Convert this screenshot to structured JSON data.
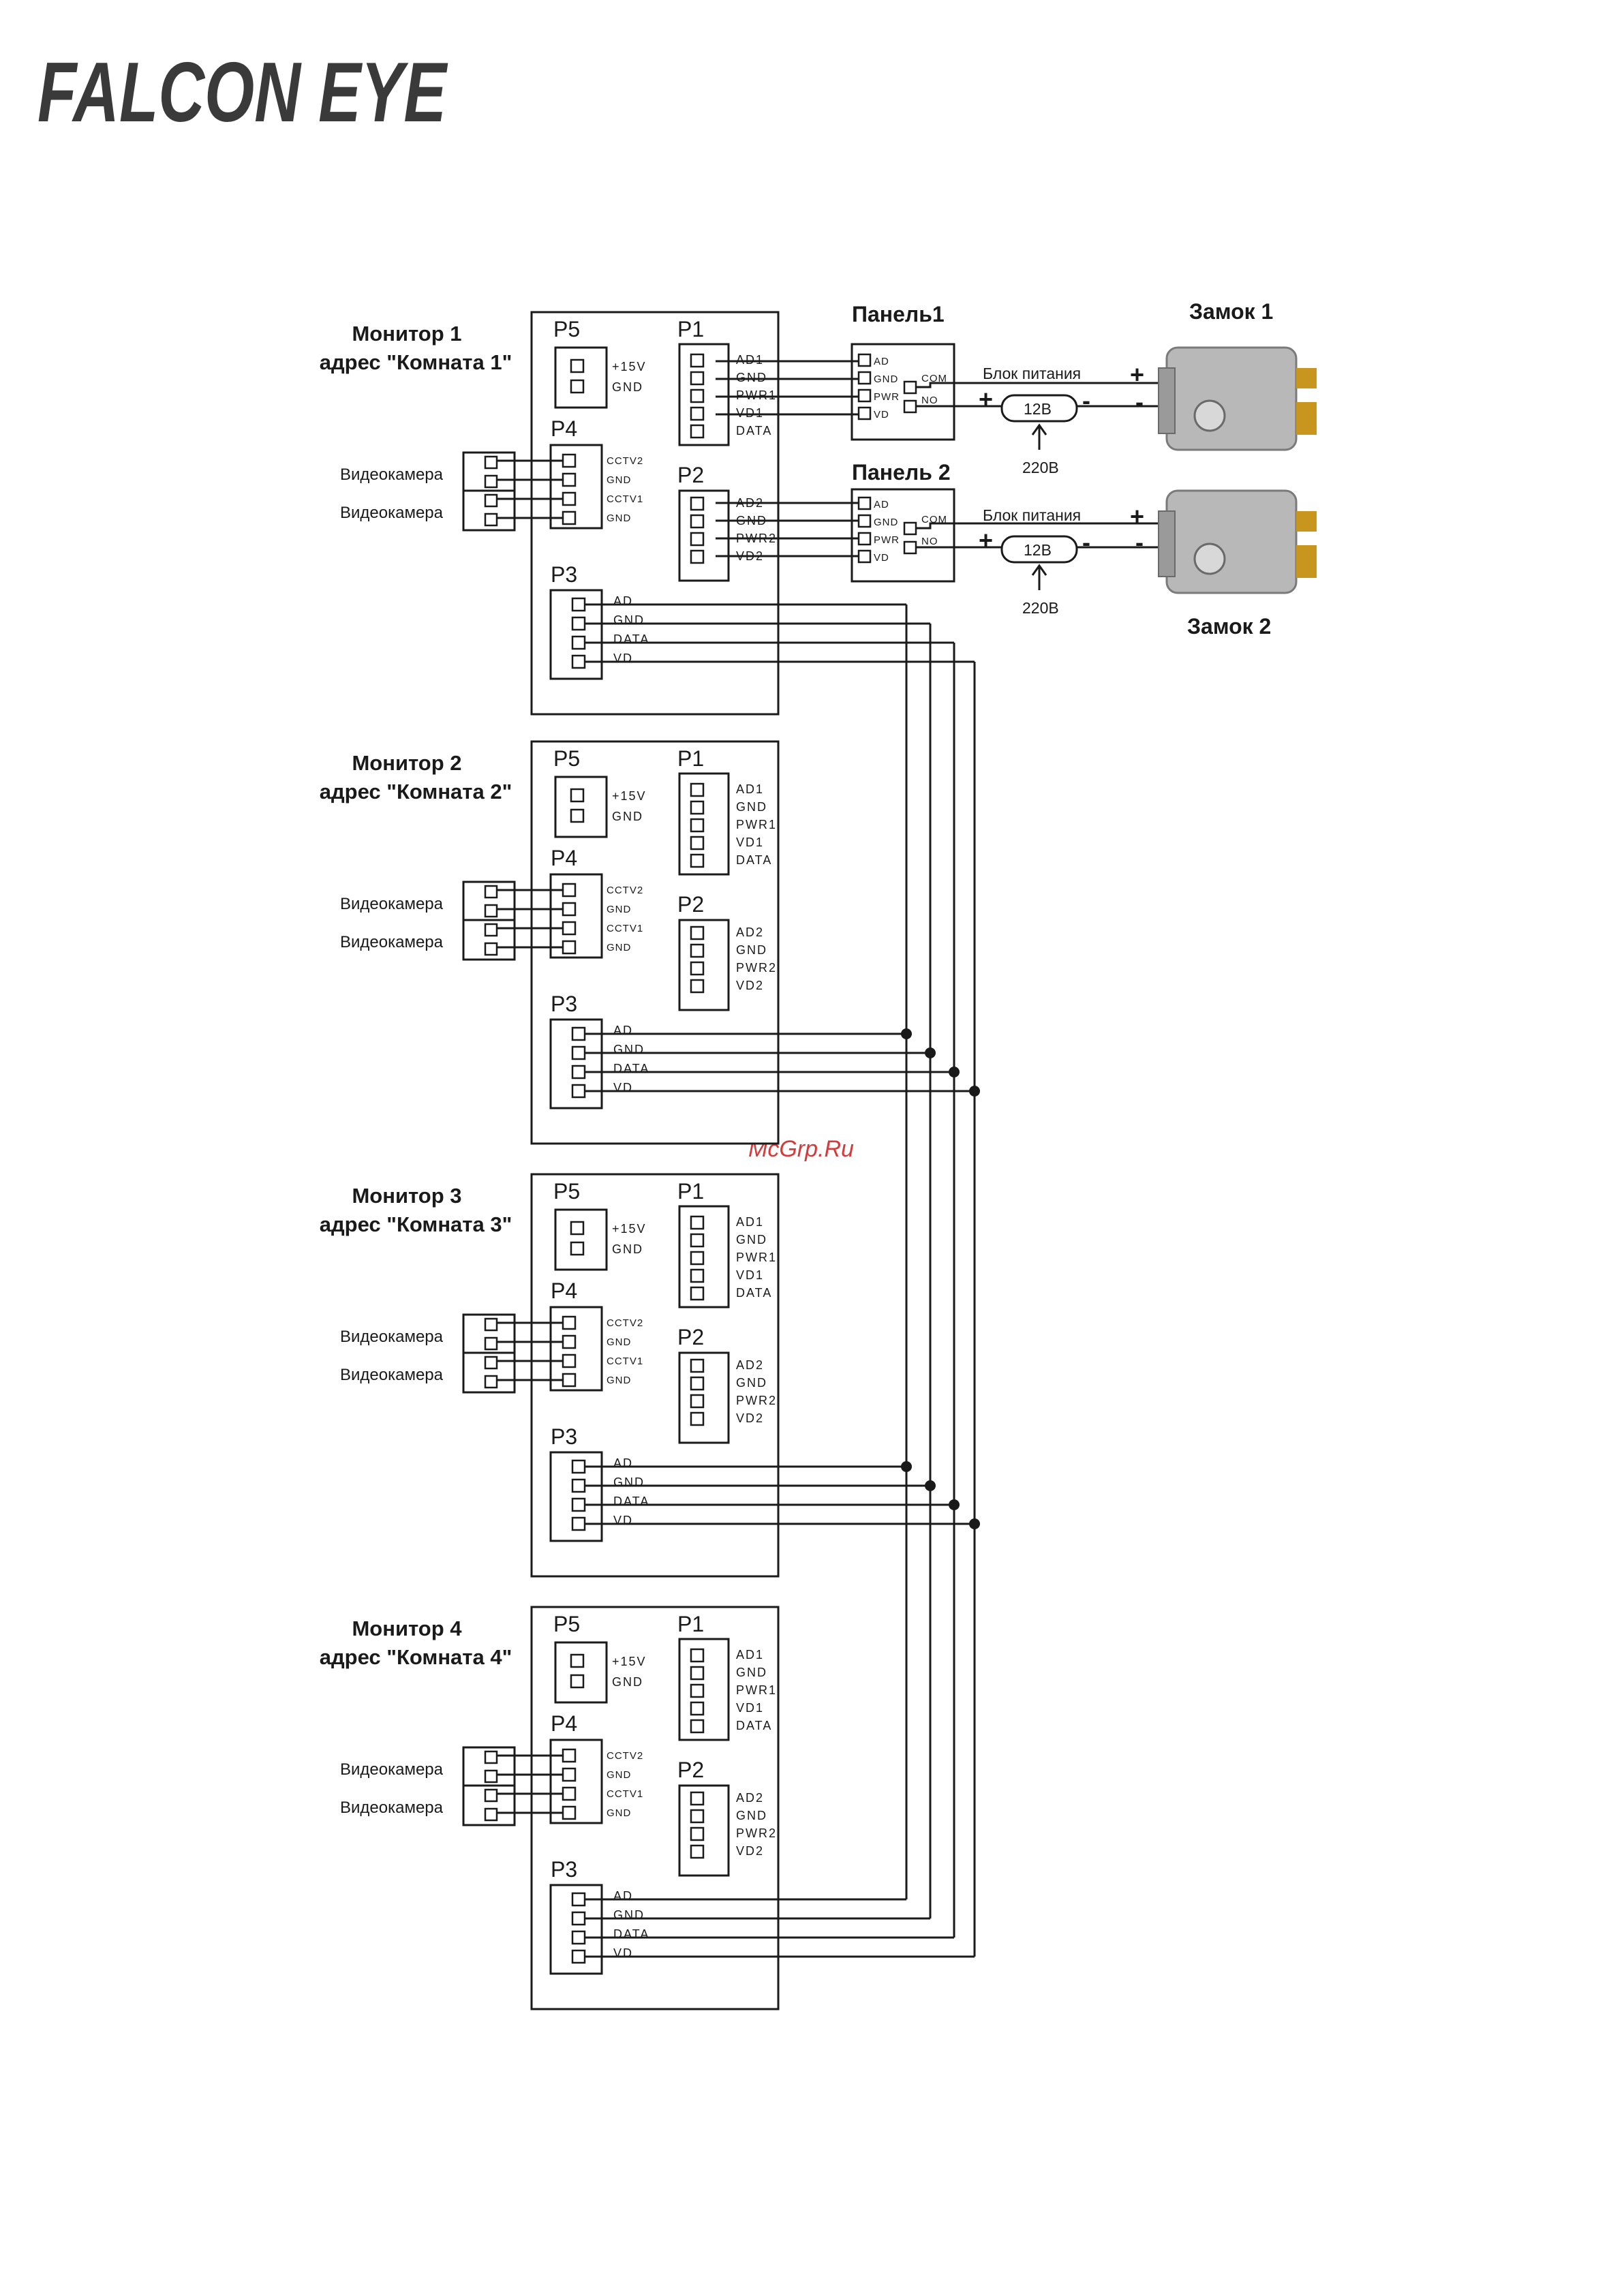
{
  "header": {
    "logo_text": "FALCON EYE"
  },
  "watermark": "McGrp.Ru",
  "monitors": [
    {
      "title": "Монитор 1",
      "address": "адрес \"Комната 1\""
    },
    {
      "title": "Монитор 2",
      "address": "адрес \"Комната 2\""
    },
    {
      "title": "Монитор 3",
      "address": "адрес \"Комната 3\""
    },
    {
      "title": "Монитор 4",
      "address": "адрес \"Комната 4\""
    }
  ],
  "connectors": {
    "p5": {
      "label": "P5",
      "pins": [
        "+15V",
        "GND"
      ]
    },
    "p1": {
      "label": "P1",
      "pins": [
        "AD1",
        "GND",
        "PWR1",
        "VD1",
        "DATA"
      ]
    },
    "p4": {
      "label": "P4",
      "pins": [
        "CCTV2",
        "GND",
        "CCTV1",
        "GND"
      ]
    },
    "p2": {
      "label": "P2",
      "pins": [
        "AD2",
        "GND",
        "PWR2",
        "VD2"
      ]
    },
    "p3": {
      "label": "P3",
      "pins": [
        "AD",
        "GND",
        "DATA",
        "VD"
      ]
    }
  },
  "camera_label": "Видеокамера",
  "panels": [
    {
      "title": "Панель1",
      "pins": [
        "AD",
        "GND",
        "PWR",
        "VD"
      ],
      "relay": [
        "COM",
        "NO"
      ]
    },
    {
      "title": "Панель 2",
      "pins": [
        "AD",
        "GND",
        "PWR",
        "VD"
      ],
      "relay": [
        "COM",
        "NO"
      ]
    }
  ],
  "power_supply": {
    "label": "Блок питания",
    "voltage": "12В",
    "mains": "220В",
    "plus": "+",
    "minus": "-"
  },
  "locks": [
    {
      "title": "Замок 1"
    },
    {
      "title": "Замок 2"
    }
  ],
  "colors": {
    "line": "#1a1a1a",
    "watermark": "#d43a3a",
    "lock_body": "#b8b8b8",
    "lock_plate": "#c8961e"
  }
}
